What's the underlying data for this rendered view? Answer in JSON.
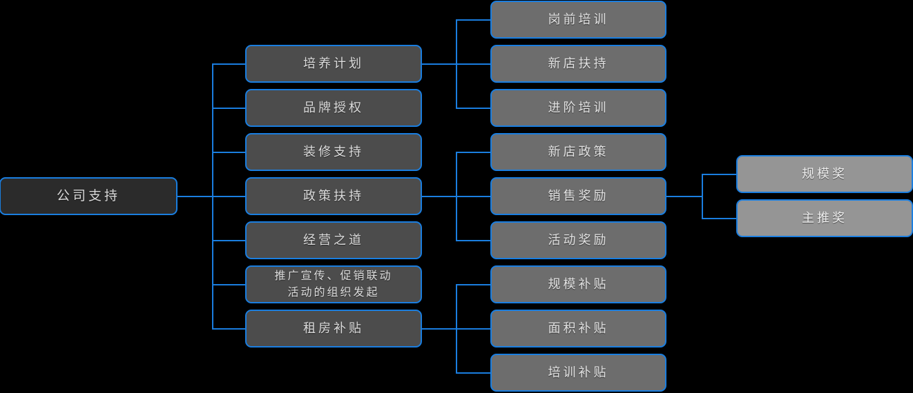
{
  "diagram": {
    "title": "公司支持",
    "type": "org-tree",
    "orientation": "left-to-right",
    "colors": {
      "background": "#000000",
      "connector": "#1a7ee0",
      "border": "#1a7ee0",
      "level1_fill": "#2b2b2b",
      "level2_fill": "#4c4c4c",
      "level3_fill": "#6d6d6d",
      "level4_fill": "#959595",
      "text": "#dcdcdc"
    },
    "root": {
      "label": "公司支持"
    },
    "level2": [
      {
        "label": "培养计划"
      },
      {
        "label": "品牌授权"
      },
      {
        "label": "装修支持"
      },
      {
        "label": "政策扶持"
      },
      {
        "label": "经营之道"
      },
      {
        "label": "推广宣传、促销联动\n活动的组织发起"
      },
      {
        "label": "租房补贴"
      }
    ],
    "level3": [
      {
        "label": "岗前培训",
        "parent": "培养计划"
      },
      {
        "label": "新店扶持",
        "parent": "培养计划"
      },
      {
        "label": "进阶培训",
        "parent": "培养计划"
      },
      {
        "label": "新店政策",
        "parent": "政策扶持"
      },
      {
        "label": "销售奖励",
        "parent": "政策扶持"
      },
      {
        "label": "活动奖励",
        "parent": "政策扶持"
      },
      {
        "label": "规模补贴",
        "parent": "租房补贴"
      },
      {
        "label": "面积补贴",
        "parent": "租房补贴"
      },
      {
        "label": "培训补贴",
        "parent": "租房补贴"
      }
    ],
    "level4": [
      {
        "label": "规模奖",
        "parent": "销售奖励"
      },
      {
        "label": "主推奖",
        "parent": "销售奖励"
      }
    ]
  }
}
